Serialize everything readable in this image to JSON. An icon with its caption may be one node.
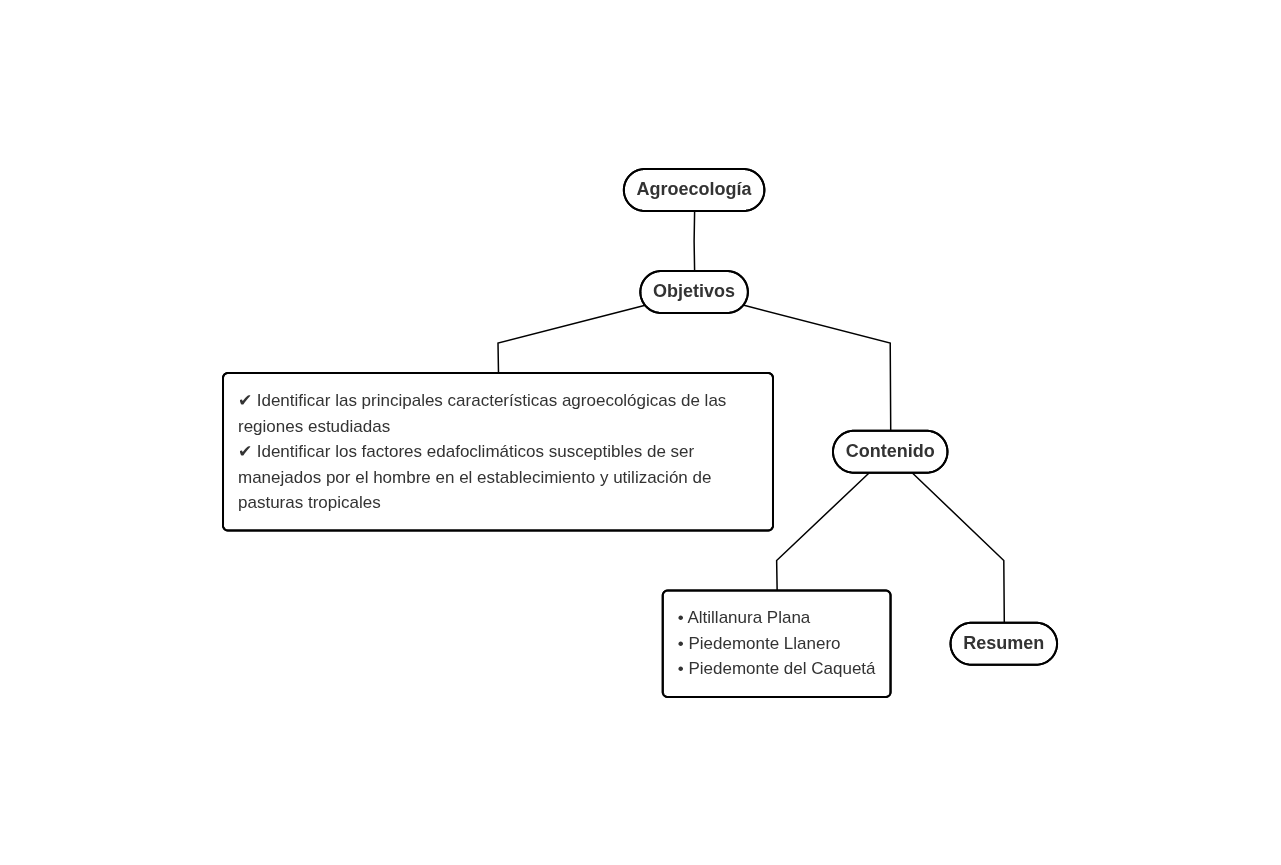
{
  "diagram": {
    "nodes": [
      {
        "text": [
          "Agroecología"
        ]
      },
      {
        "text": [
          "Objetivos"
        ]
      },
      {
        "text": [
          "✔ Identificar las principales características agroecológicas de las regiones estudiadas",
          "✔ Identificar los factores edafoclimáticos susceptibles de ser manejados por el hombre en el establecimiento y utilización de pasturas tropicales"
        ]
      },
      {
        "text": [
          "Contenido"
        ]
      },
      {
        "text": [
          "• Altillanura Plana",
          "• Piedemonte Llanero",
          "• Piedemonte del Caquetá"
        ]
      },
      {
        "text": [
          "Resumen"
        ]
      }
    ],
    "edges": [
      {
        "from": 0,
        "to": 1,
        "arrow": "none"
      },
      {
        "from": 1,
        "to": 2,
        "arrow": "none"
      },
      {
        "from": 1,
        "to": 3,
        "arrow": "none"
      },
      {
        "from": 3,
        "to": 4,
        "arrow": "none"
      },
      {
        "from": 3,
        "to": 5,
        "arrow": "none"
      }
    ]
  }
}
